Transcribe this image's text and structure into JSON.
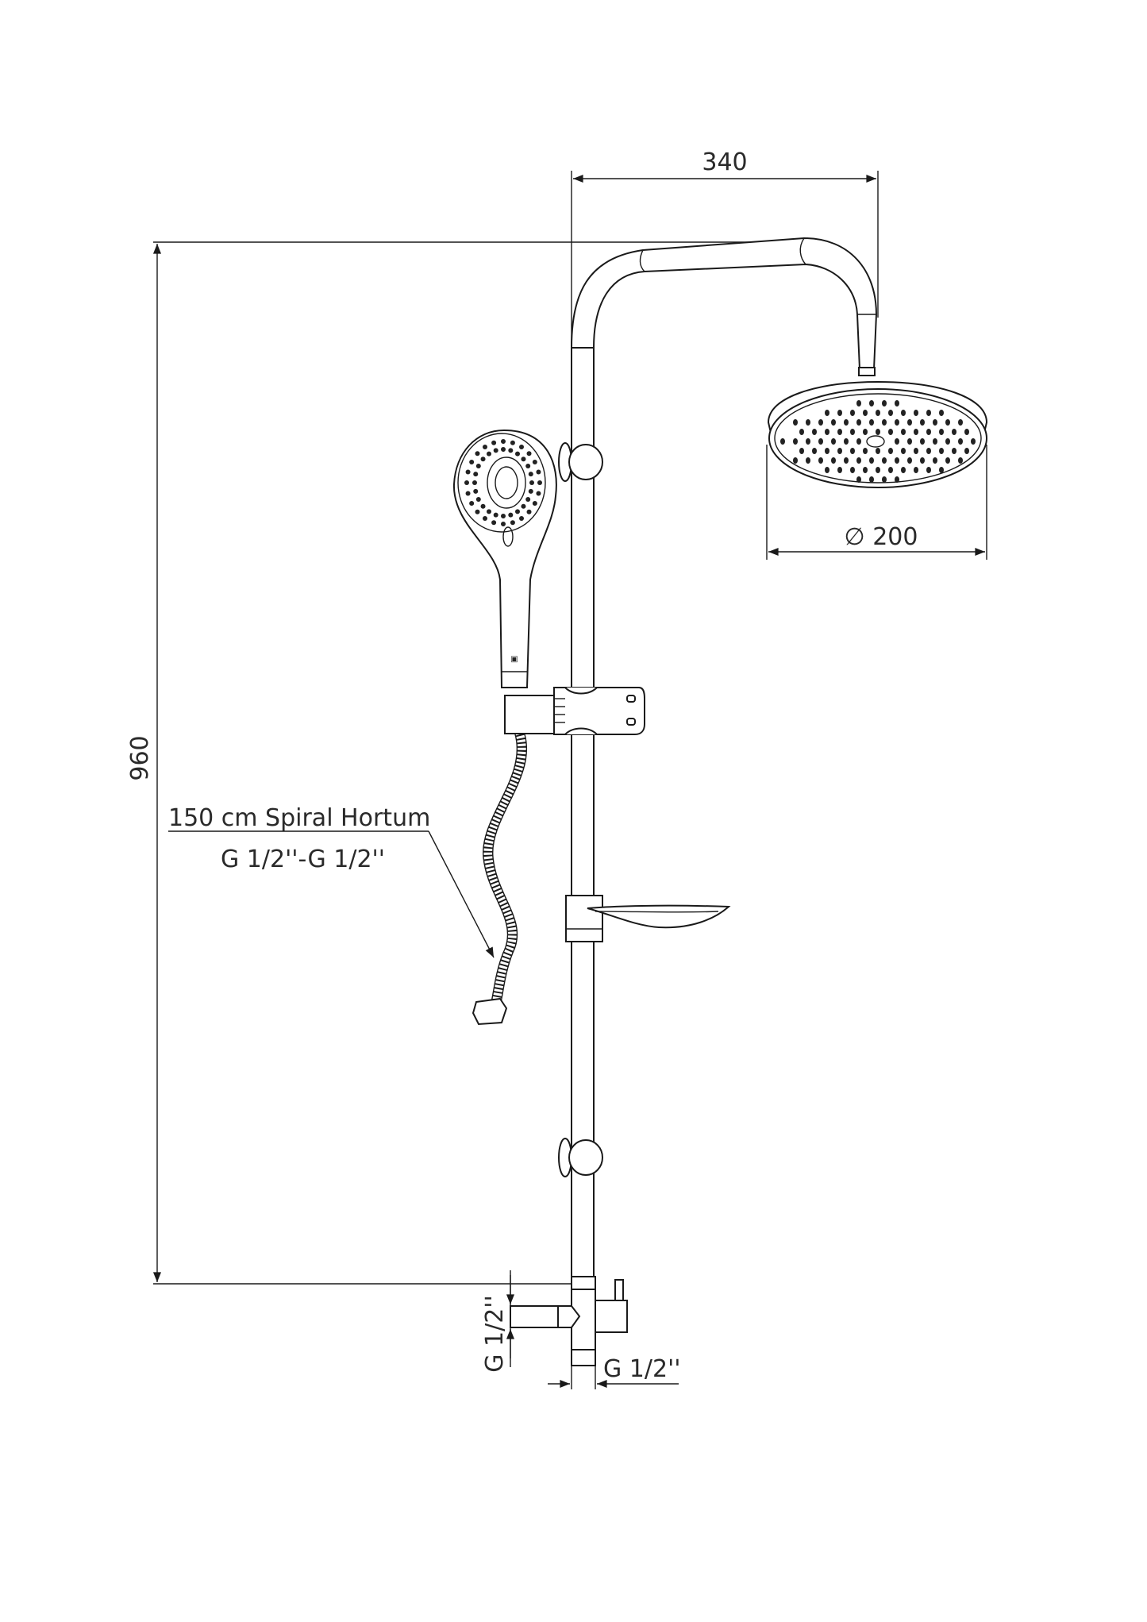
{
  "title": "Shower set technical drawing",
  "dimensions": {
    "arm_reach": "340",
    "total_height": "960",
    "head_diameter": "∅ 200",
    "hose_label": "150 cm Spiral Hortum",
    "hose_thread": "G 1/2''-G 1/2''",
    "inlet_side_thread": "G 1/2''",
    "inlet_bottom_thread": "G 1/2''"
  },
  "colors": {
    "line": "#1a1a1a",
    "background": "#ffffff"
  }
}
